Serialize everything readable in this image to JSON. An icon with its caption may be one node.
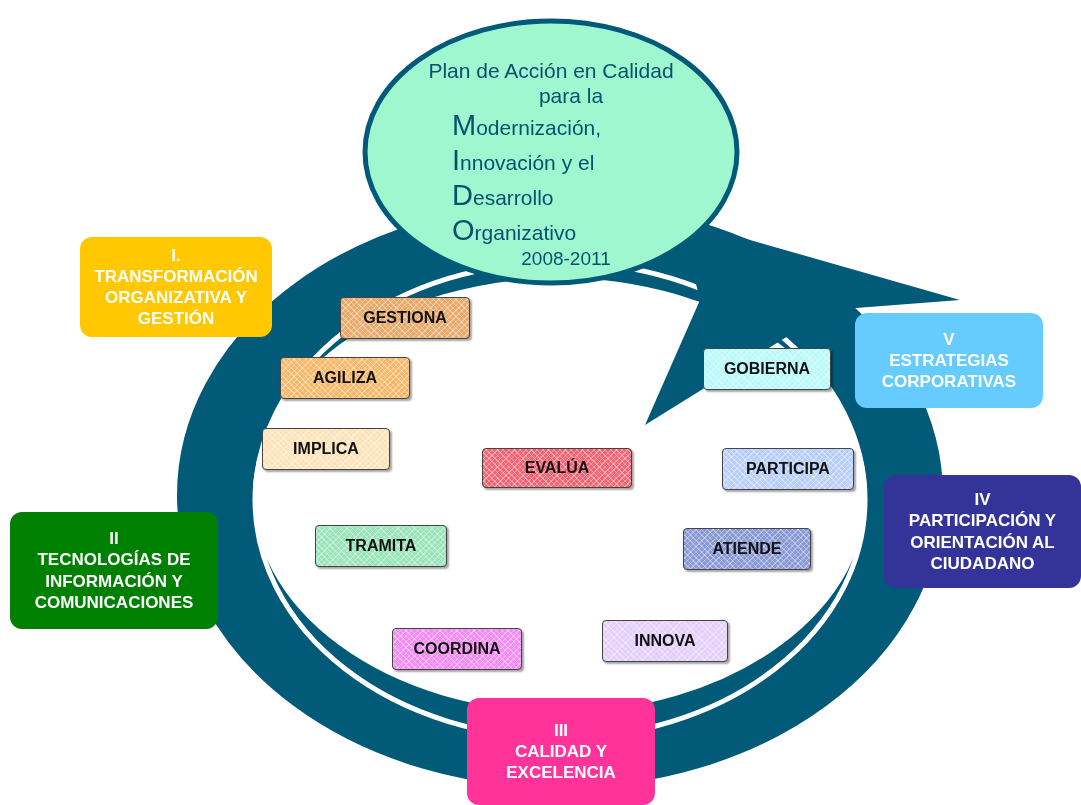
{
  "diagram": {
    "nodes": [
      {
        "text": [
          "Plan de Acción en Calidad",
          "para la",
          "Modernización,",
          "Innovación y el",
          "Desarrollo",
          "Organizativo",
          "2008-2011"
        ]
      },
      {
        "text": [
          "I.",
          "TRANSFORMACIÓN ORGANIZATIVA Y GESTIÓN"
        ]
      },
      {
        "text": [
          "GESTIONA"
        ]
      },
      {
        "text": [
          "AGILIZA"
        ]
      },
      {
        "text": [
          "IMPLICA"
        ]
      },
      {
        "text": [
          "GOBIERNA"
        ]
      },
      {
        "text": [
          "V",
          "ESTRATEGIAS CORPORATIVAS"
        ]
      },
      {
        "text": [
          "EVALÚA"
        ]
      },
      {
        "text": [
          "PARTICIPA"
        ]
      },
      {
        "text": [
          "IV",
          "PARTICIPACIÓN Y ORIENTACIÓN AL CIUDADANO"
        ]
      },
      {
        "text": [
          "II",
          "TECNOLOGÍAS DE INFORMACIÓN Y COMUNICACIONES"
        ]
      },
      {
        "text": [
          "TRAMITA"
        ]
      },
      {
        "text": [
          "ATIENDE"
        ]
      },
      {
        "text": [
          "INNOVA"
        ]
      },
      {
        "text": [
          "COORDINA"
        ]
      },
      {
        "text": [
          "III",
          "CALIDAD Y EXCELENCIA"
        ]
      }
    ],
    "edges": []
  }
}
